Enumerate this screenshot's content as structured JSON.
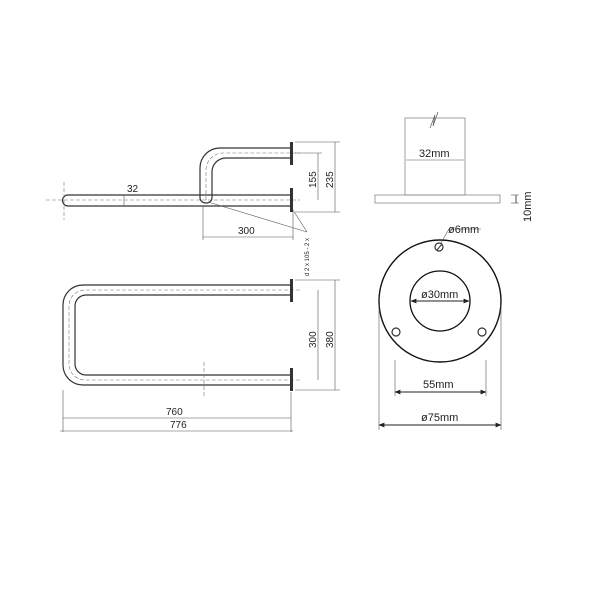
{
  "top_view": {
    "tube_diameter": "32",
    "dim_155": "155",
    "dim_235": "235",
    "dim_300": "300",
    "note": "d 2 x 105 - 2 x"
  },
  "front_view": {
    "dim_300": "300",
    "dim_380": "380",
    "dim_760": "760",
    "dim_776": "776"
  },
  "flange_side": {
    "pipe_width": "32mm",
    "plate_thickness": "10mm"
  },
  "flange_face": {
    "hole_diameter": "ø6mm",
    "inner_diameter": "ø30mm",
    "hole_spacing": "55mm",
    "outer_diameter": "ø75mm"
  }
}
